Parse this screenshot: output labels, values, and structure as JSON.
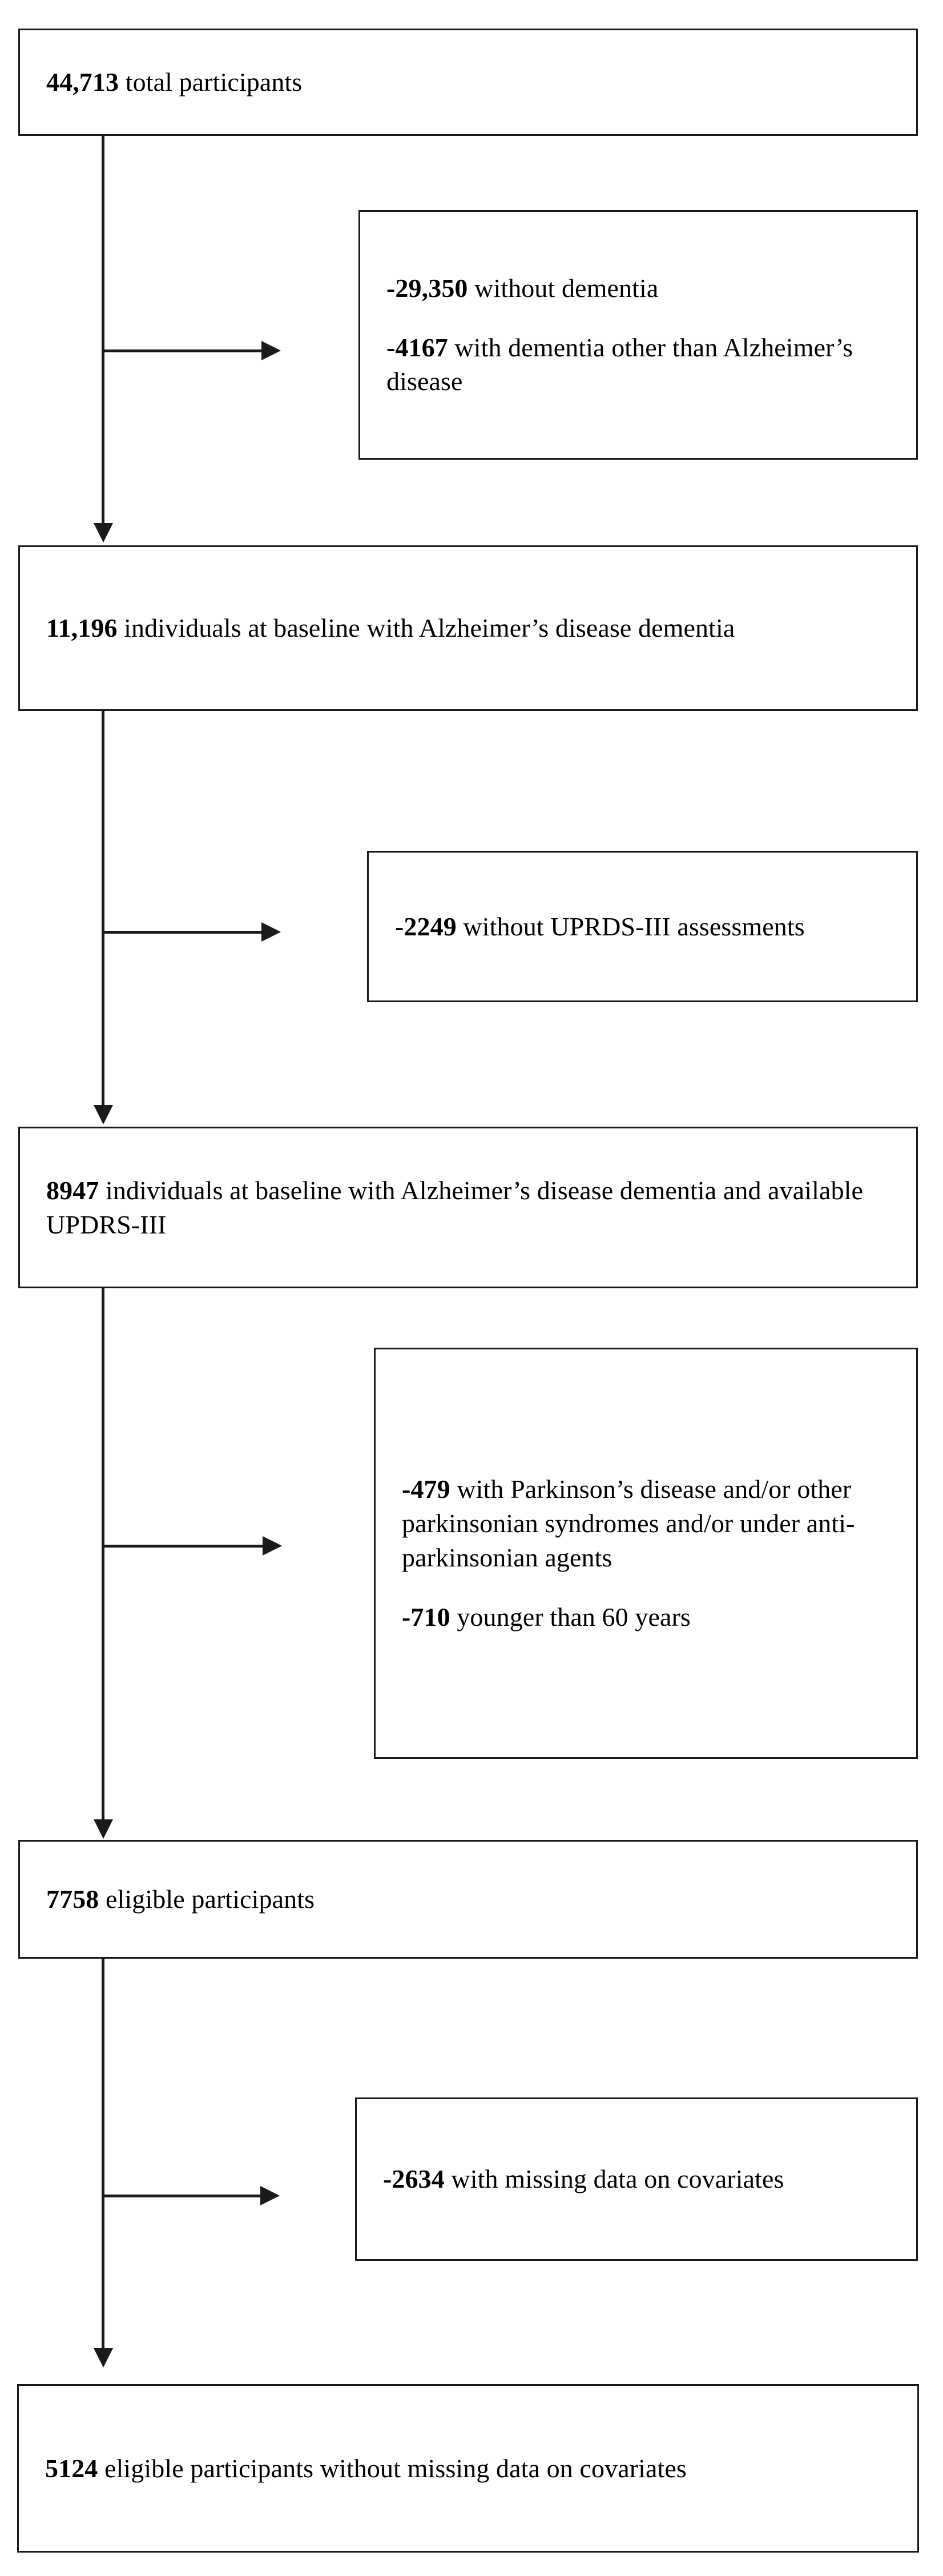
{
  "figure": {
    "type": "participant-flow-diagram",
    "style": {
      "box_border_color": "#1a1a1a",
      "connector_color": "#1a1a1a",
      "background_color": "#ffffff",
      "text_color": "#000000"
    }
  },
  "nodes": [
    {
      "id": "total-participants",
      "kind": "main",
      "count": "44,713",
      "count_bold": true,
      "lines": [
        {
          "bold": "44,713",
          "rest": " total participants"
        }
      ],
      "text": "44,713 total participants"
    },
    {
      "id": "exclusion-dementia",
      "kind": "exclusion",
      "lines": [
        {
          "bold": "-29,350",
          "rest": " without dementia"
        },
        {
          "bold": "-4167",
          "rest": " with dementia other than Alzheimer’s disease"
        }
      ],
      "text": "-29,350 without dementia   -4167 with dementia other than Alzheimer’s disease"
    },
    {
      "id": "baseline-ad-dementia",
      "kind": "main",
      "count": "11,196",
      "lines": [
        {
          "bold": "11,196",
          "rest": " individuals at baseline with Alzheimer’s disease dementia"
        }
      ],
      "text": "11,196 individuals at baseline with Alzheimer’s disease dementia"
    },
    {
      "id": "exclusion-no-uprds",
      "kind": "exclusion",
      "lines": [
        {
          "bold": "-2249",
          "rest": " without UPRDS-III assessments"
        }
      ],
      "text": "-2249 without UPRDS-III assessments"
    },
    {
      "id": "baseline-ad-with-updrs",
      "kind": "main",
      "count": "8947",
      "lines": [
        {
          "bold": "8947",
          "rest": " individuals at baseline with Alzheimer’s disease dementia and available UPDRS-III"
        }
      ],
      "text": "8947 individuals at baseline with Alzheimer’s disease dementia and available UPDRS-III"
    },
    {
      "id": "exclusion-parkinsonism-age",
      "kind": "exclusion",
      "lines": [
        {
          "bold": "-479",
          "rest": " with Parkinson’s dis-ease and/or other parkin-sonian syndromes and/or under anti-parkinsonian agents"
        },
        {
          "bold": "-710",
          "rest": " younger than 60 years"
        }
      ],
      "hyphenated_lines": [
        "-479 with Parkinson’s dis-",
        "ease and/or other parkin-",
        "sonian syndromes and/or",
        "under anti-parkinsonian",
        "agents"
      ],
      "text": "-479 with Parkinson’s disease and/or other parkinsonian syndromes and/or under anti-parkinsonian agents   -710 younger than 60 years"
    },
    {
      "id": "eligible-participants",
      "kind": "main",
      "count": "7758",
      "lines": [
        {
          "bold": "7758",
          "rest": " eligible participants"
        }
      ],
      "text": "7758 eligible participants"
    },
    {
      "id": "exclusion-missing-covariates",
      "kind": "exclusion",
      "lines": [
        {
          "bold": "-2634",
          "rest": " with missing data on covariates"
        }
      ],
      "text": "-2634 with missing data on covariates"
    },
    {
      "id": "final-analytic-sample",
      "kind": "main",
      "count": "5124",
      "lines": [
        {
          "bold": "5124",
          "rest": " eligible participants without missing data on covariates"
        }
      ],
      "text": "5124 eligible participants without missing data on covariates"
    }
  ],
  "box1": {
    "l1_bold": "44,713",
    "l1_rest": " total participants"
  },
  "box2": {
    "l1_bold": "-29,350",
    "l1_rest": " without dementia",
    "l2_bold": "-4167",
    "l2_rest": " with dementia other than Alzheimer’s disease"
  },
  "box3": {
    "l1_bold": "11,196",
    "l1_rest": " individuals at baseline with Alzheimer’s disease dementia"
  },
  "box4": {
    "l1_bold": "-2249",
    "l1_rest": " without UPRDS-III assessments"
  },
  "box5": {
    "l1_bold": "8947",
    "l1_rest": " individuals at baseline with Alzheimer’s disease dementia and available UPDRS-III"
  },
  "box6": {
    "l1_bold": "-479",
    "l1_rest": " with Parkinson’s dis­ease and/or other parkin­sonian syndromes and/or under anti-parkinsonian agents",
    "l2_bold": "-710",
    "l2_rest": " younger than 60 years"
  },
  "box7": {
    "l1_bold": "7758",
    "l1_rest": " eligible participants"
  },
  "box8": {
    "l1_bold": "-2634",
    "l1_rest": " with missing data on covariates"
  },
  "box9": {
    "l1_bold": "5124",
    "l1_rest": " eligible participants without missing data on covariates"
  }
}
